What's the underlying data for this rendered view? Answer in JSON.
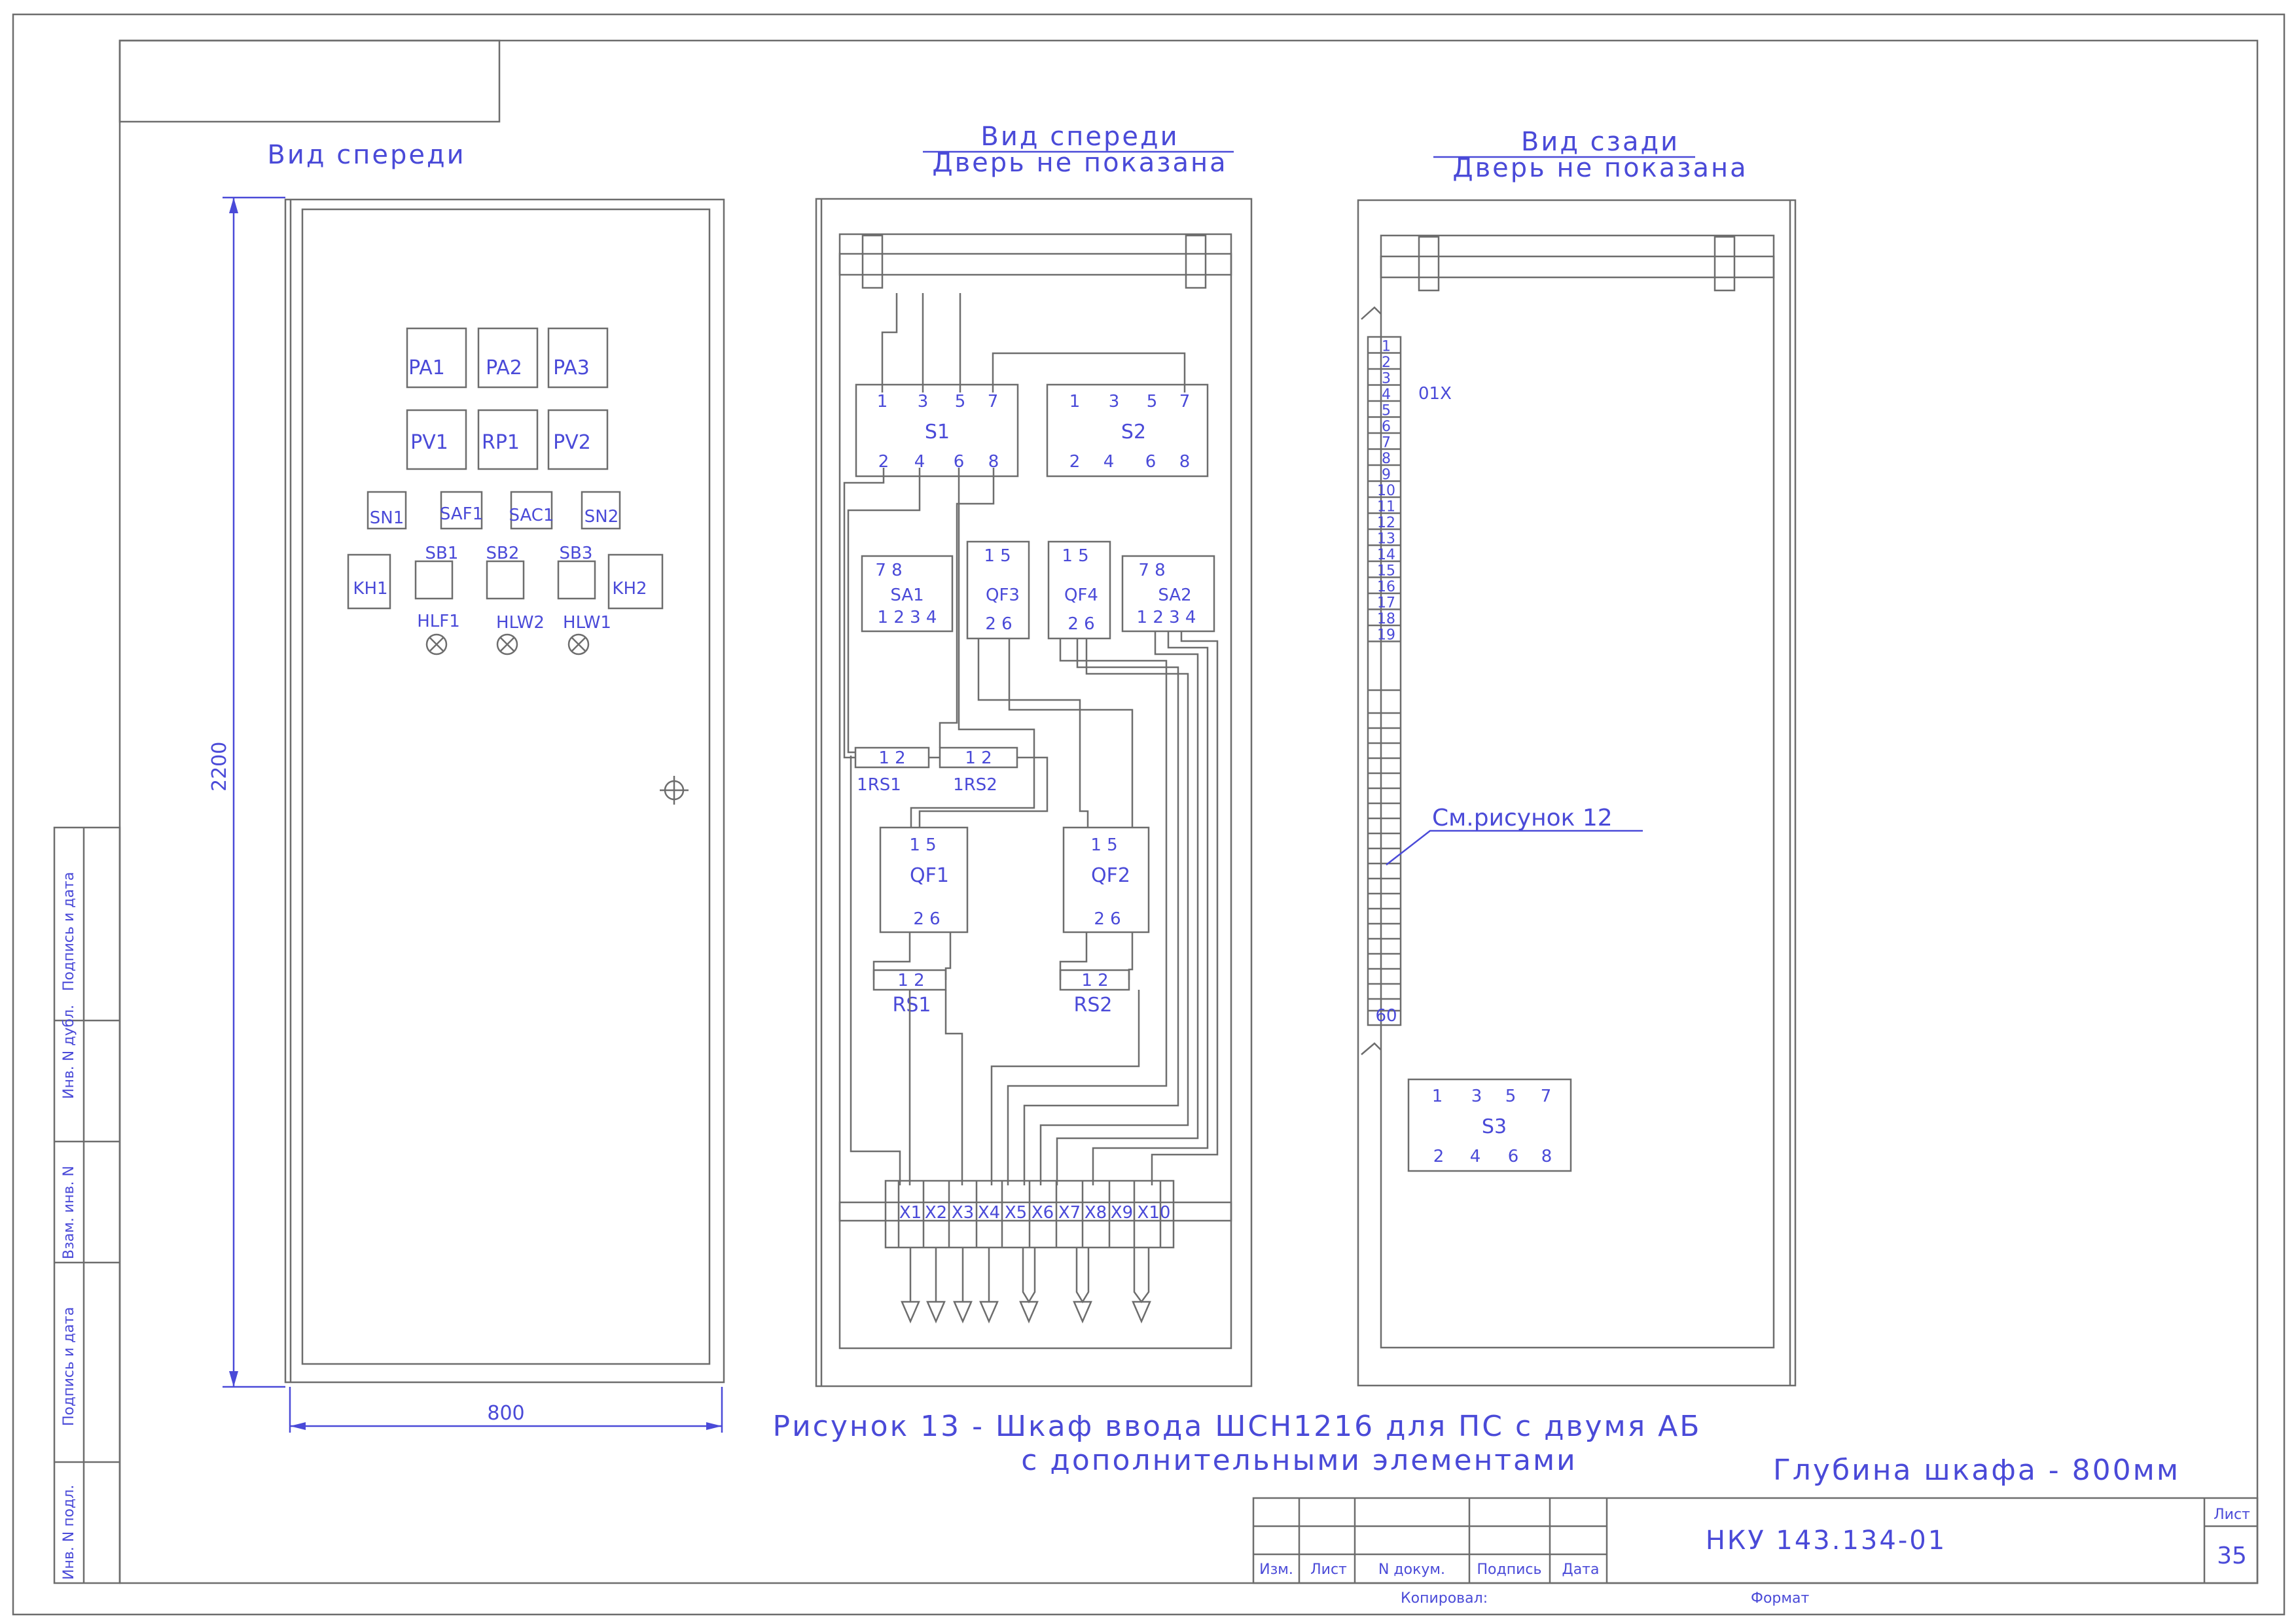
{
  "views": {
    "front": {
      "title": "Вид спереди",
      "dim_height": "2200",
      "dim_width": "800"
    },
    "front_open": {
      "title": "Вид спереди",
      "subtitle": "Дверь не показана"
    },
    "rear": {
      "title": "Вид сзади",
      "subtitle": "Дверь не показана"
    }
  },
  "door_devices": {
    "meters_row1": [
      "PA1",
      "PA2",
      "PA3"
    ],
    "meters_row2": [
      "PV1",
      "RP1",
      "PV2"
    ],
    "switches": [
      "SN1",
      "SAF1",
      "SAC1",
      "SN2"
    ],
    "buttons": [
      "SB1",
      "SB2",
      "SB3"
    ],
    "keys": [
      "KH1",
      "KH2"
    ],
    "lamps": [
      "HLF1",
      "HLW2",
      "HLW1"
    ]
  },
  "internal": {
    "s1": {
      "name": "S1",
      "top": [
        "1",
        "3",
        "5",
        "7"
      ],
      "bottom": [
        "2",
        "4",
        "6",
        "8"
      ]
    },
    "s2": {
      "name": "S2",
      "top": [
        "1",
        "3",
        "5",
        "7"
      ],
      "bottom": [
        "2",
        "4",
        "6",
        "8"
      ]
    },
    "sa1": {
      "name": "SA1",
      "top": "7 8",
      "bottom": "1 2 3 4"
    },
    "qf3": {
      "name": "QF3",
      "top": "1 5",
      "bottom": "2 6"
    },
    "qf4": {
      "name": "QF4",
      "top": "1 5",
      "bottom": "2 6"
    },
    "sa2": {
      "name": "SA2",
      "top": "7 8",
      "bottom": "1 2 3 4"
    },
    "rs_small": [
      "1RS1",
      "1RS2"
    ],
    "qf1": {
      "name": "QF1",
      "top": "1    5",
      "bottom": "2    6"
    },
    "qf2": {
      "name": "QF2",
      "top": "1    5",
      "bottom": "2    6"
    },
    "rs": [
      "RS1",
      "RS2"
    ],
    "terminal_pins": "1    2",
    "terminals": [
      "X1",
      "X2",
      "X3",
      "X4",
      "X5",
      "X6",
      "X7",
      "X8",
      "X9",
      "X10"
    ]
  },
  "rear_devices": {
    "terminal_block": "01X",
    "terminal_numbers": [
      "1",
      "2",
      "3",
      "4",
      "5",
      "6",
      "7",
      "8",
      "9",
      "10",
      "11",
      "12",
      "13",
      "14",
      "15",
      "16",
      "17",
      "18",
      "19"
    ],
    "terminal_last": "60",
    "reference": "См.рисунок 12",
    "s3": {
      "name": "S3",
      "top": [
        "1",
        "3",
        "5",
        "7"
      ],
      "bottom": [
        "2",
        "4",
        "6",
        "8"
      ]
    }
  },
  "caption": {
    "line1": "Рисунок 13 - Шкаф ввода ШСН1216 для ПС с двумя АБ",
    "line2": "с дополнительными элементами",
    "depth": "Глубина шкафа - 800мм"
  },
  "title_block": {
    "labels": [
      "Изм.",
      "Лист",
      "N докум.",
      "Подпись",
      "Дата"
    ],
    "designation": "НКУ 143.134-01",
    "sheet_label": "Лист",
    "sheet_number": "35",
    "copied": "Копировал:",
    "format": "Формат"
  },
  "side_stamps": [
    "Подпись и дата",
    "Инв. N дубл.",
    "Взам. инв. N",
    "Подпись и дата",
    "Инв. N подл."
  ]
}
